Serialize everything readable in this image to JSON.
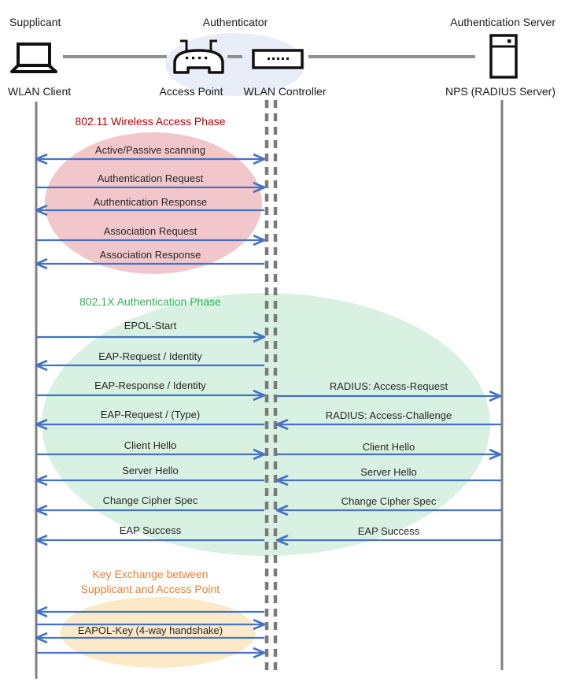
{
  "header": {
    "roles": [
      {
        "label": "Supplicant"
      },
      {
        "label": "Authenticator"
      },
      {
        "label": "Authentication Server"
      }
    ],
    "devices": [
      {
        "label": "WLAN Client",
        "icon": "laptop-icon"
      },
      {
        "label": "Access Point",
        "icon": "access-point-icon"
      },
      {
        "label": "WLAN Controller",
        "icon": "wlan-controller-icon"
      },
      {
        "label": "NPS (RADIUS Server)",
        "icon": "server-icon"
      }
    ]
  },
  "phases": [
    {
      "title": "802.11 Wireless Access Phase",
      "title_color": "#C00000",
      "ellipse_color": "#F2C7CC",
      "messages": [
        {
          "label": "Active/Passive scanning",
          "direction": "both"
        },
        {
          "label": "Authentication Request",
          "direction": "right"
        },
        {
          "label": "Authentication Response",
          "direction": "left"
        },
        {
          "label": "Association Request",
          "direction": "right"
        },
        {
          "label": "Association Response",
          "direction": "left"
        }
      ]
    },
    {
      "title": "802.1X Authentication Phase",
      "title_color": "#2FB45A",
      "ellipse_color": "#D9F1E2",
      "left_messages": [
        {
          "label": "EPOL-Start",
          "direction": "right"
        },
        {
          "label": "EAP-Request / Identity",
          "direction": "left"
        },
        {
          "label": "EAP-Response / Identity",
          "direction": "right"
        },
        {
          "label": "EAP-Request / (Type)",
          "direction": "left"
        },
        {
          "label": "Client Hello",
          "direction": "right"
        },
        {
          "label": "Server Hello",
          "direction": "left"
        },
        {
          "label": "Change Cipher Spec",
          "direction": "left"
        },
        {
          "label": "EAP Success",
          "direction": "left"
        }
      ],
      "right_messages": [
        {
          "label": "RADIUS: Access-Request",
          "direction": "right"
        },
        {
          "label": "RADIUS: Access-Challenge",
          "direction": "left"
        },
        {
          "label": "Client Hello",
          "direction": "right"
        },
        {
          "label": "Server Hello",
          "direction": "left"
        },
        {
          "label": "Change Cipher Spec",
          "direction": "left"
        },
        {
          "label": "EAP Success",
          "direction": "left"
        }
      ]
    },
    {
      "title_line1": "Key Exchange between",
      "title_line2": "Supplicant and Access Point",
      "title_color": "#ED7D31",
      "ellipse_color": "#FBE9C7",
      "messages": [
        {
          "label": "EAPOL-Key (4-way handshake)"
        }
      ],
      "arrow_directions": [
        "left",
        "right",
        "left",
        "right"
      ]
    }
  ],
  "colors": {
    "arrow": "#4472C4",
    "lifeline": "#7F7F7F",
    "authenticator_ellipse": "#E9EDF8",
    "message_text": "#262626"
  }
}
